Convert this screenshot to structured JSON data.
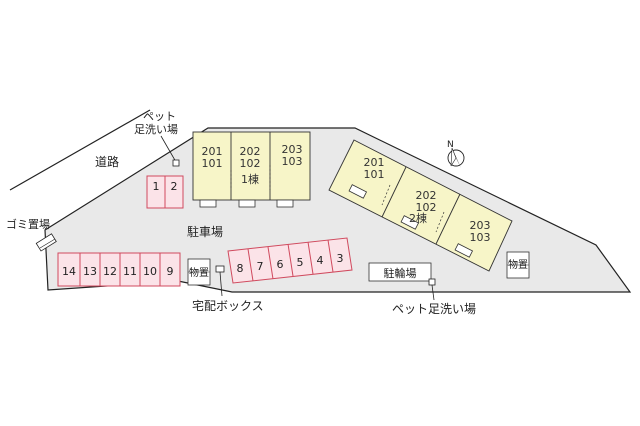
{
  "labels": {
    "road": "道路",
    "pet_wash_top_1": "ペット",
    "pet_wash_top_2": "足洗い場",
    "garbage": "ゴミ置場",
    "parking": "駐車場",
    "delivery_box": "宅配ボックス",
    "bicycle": "駐輪場",
    "pet_wash_bottom": "ペット足洗い場",
    "building1": "1棟",
    "building2": "2棟",
    "storage_left": "物置",
    "storage_right": "物置",
    "north": "N"
  },
  "units_building1": [
    {
      "upper": "201",
      "lower": "101"
    },
    {
      "upper": "202",
      "lower": "102"
    },
    {
      "upper": "203",
      "lower": "103"
    }
  ],
  "units_building2": [
    {
      "upper": "201",
      "lower": "101"
    },
    {
      "upper": "202",
      "lower": "102"
    },
    {
      "upper": "203",
      "lower": "103"
    }
  ],
  "parking_spaces": {
    "top_pair": [
      "1",
      "2"
    ],
    "left_row": [
      "14",
      "13",
      "12",
      "11",
      "10",
      "9"
    ],
    "right_row": [
      "8",
      "7",
      "6",
      "5",
      "4",
      "3"
    ]
  },
  "colors": {
    "site_fill": "#e9e9e9",
    "site_stroke": "#222222",
    "building_fill": "#f7f5c8",
    "parking_fill": "#fbe3e8",
    "parking_stroke": "#d04a5e"
  }
}
